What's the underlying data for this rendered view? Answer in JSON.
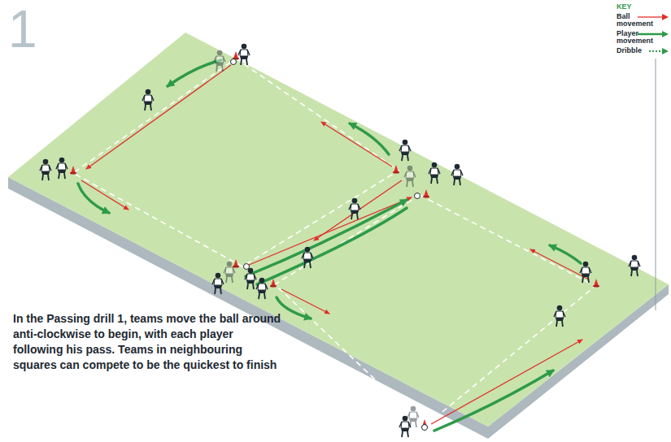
{
  "diagram": {
    "caption": "In the Passing drill 1, teams move the ball around anti-clockwise to begin, with each player following his pass. Teams in neighbouring squares can compete to be the quickest to finish",
    "labels": [
      "1",
      "KEY"
    ],
    "legend": [
      {
        "text": "Ball movement"
      },
      {
        "text": "Player movement"
      },
      {
        "text": "Dribble"
      }
    ]
  }
}
